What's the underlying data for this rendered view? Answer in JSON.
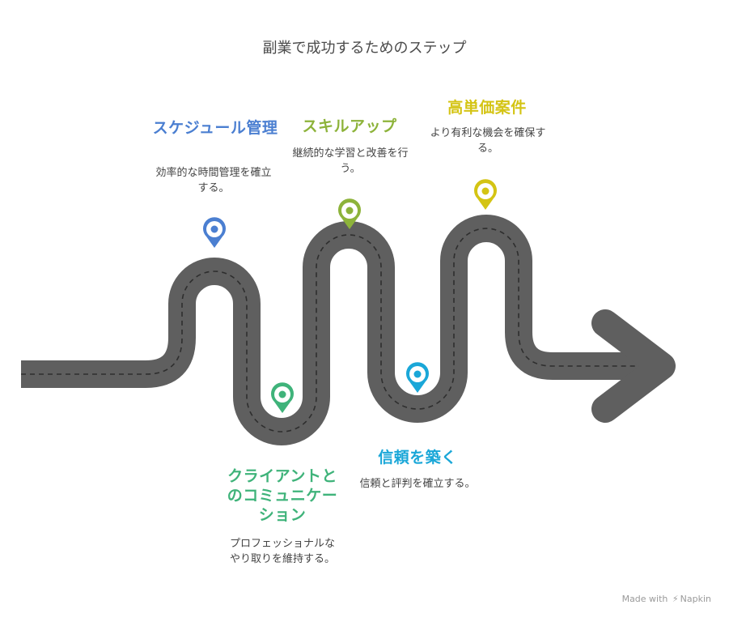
{
  "title": "副業で成功するためのステップ",
  "colors": {
    "road": "#5f5f5f",
    "road_dash": "#2e2e2e",
    "background": "#ffffff"
  },
  "steps": [
    {
      "title": "スケジュール管理",
      "description": "効率的な時間管理を確立する。",
      "color": "#4b7fd1",
      "icon": "location-pin-icon"
    },
    {
      "title": "クライアントとのコミュニケーション",
      "description": "プロフェッショナルなやり取りを維持する。",
      "color": "#3fb37a",
      "icon": "location-pin-icon"
    },
    {
      "title": "スキルアップ",
      "description": "継続的な学習と改善を行う。",
      "color": "#8db33a",
      "icon": "location-pin-icon"
    },
    {
      "title": "信頼を築く",
      "description": "信頼と評判を確立する。",
      "color": "#1aa7d8",
      "icon": "location-pin-icon"
    },
    {
      "title": "高単価案件",
      "description": "より有利な機会を確保する。",
      "color": "#d4c414",
      "icon": "location-pin-icon"
    }
  ],
  "footer": {
    "made_with": "Made with",
    "brand": "Napkin"
  }
}
